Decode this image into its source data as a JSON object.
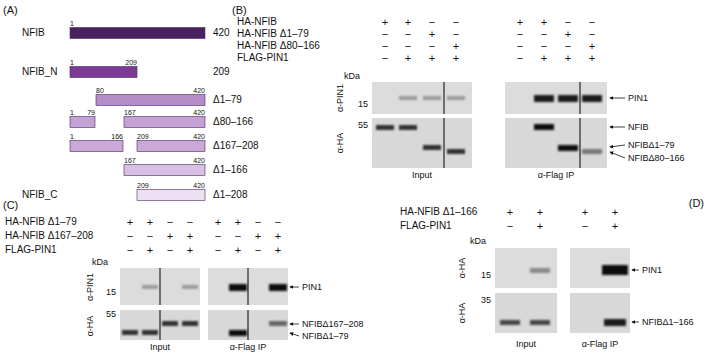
{
  "diagram": {
    "labels": [
      "(A)",
      "NFIB",
      "1",
      "420",
      "NFIB_N",
      "1",
      "209",
      "209",
      "80",
      "420",
      "Δ1–79",
      "1",
      "79",
      "167",
      "420",
      "Δ80–166",
      "1",
      "166",
      "209",
      "420",
      "Δ167–208",
      "167",
      "420",
      "Δ1–166",
      "NFIB_C",
      "209",
      "420",
      "Δ1–208",
      "(B)",
      "HA-NFIB",
      "+",
      "+",
      "−",
      "−",
      "+",
      "+",
      "−",
      "−",
      "HA-NFIB Δ1–79",
      "−",
      "−",
      "+",
      "−",
      "−",
      "−",
      "+",
      "−",
      "HA-NFIB Δ80–166",
      "−",
      "−",
      "−",
      "+",
      "−",
      "−",
      "−",
      "+",
      "FLAG-PIN1",
      "−",
      "+",
      "+",
      "+",
      "−",
      "+",
      "+",
      "+",
      "kDa",
      "α-PIN1",
      "15",
      "α-HA",
      "55",
      "PIN1",
      "NFIB",
      "NFIBΔ1–79",
      "NFIBΔ80–166",
      "Input",
      "α-Flag IP",
      "(C)",
      "HA-NFIB Δ1–79",
      "+",
      "+",
      "−",
      "−",
      "+",
      "+",
      "−",
      "−",
      "HA-NFIB Δ167–208",
      "−",
      "−",
      "+",
      "+",
      "−",
      "−",
      "+",
      "+",
      "FLAG-PIN1",
      "−",
      "+",
      "−",
      "+",
      "−",
      "+",
      "−",
      "+",
      "kDa",
      "α-PIN1",
      "15",
      "α-HA",
      "55",
      "PIN1",
      "NFIBΔ167–208",
      "NFIBΔ1–79",
      "Input",
      "α-Flag IP",
      "(D)",
      "HA-NFIB Δ1–166",
      "+",
      "+",
      "+",
      "+",
      "FLAG-PIN1",
      "−",
      "+",
      "−",
      "+",
      "kDa",
      "α-HA",
      "15",
      "α-HA",
      "35",
      "PIN1",
      "NFIBΔ1–166",
      "Input",
      "α-Flag IP"
    ]
  }
}
